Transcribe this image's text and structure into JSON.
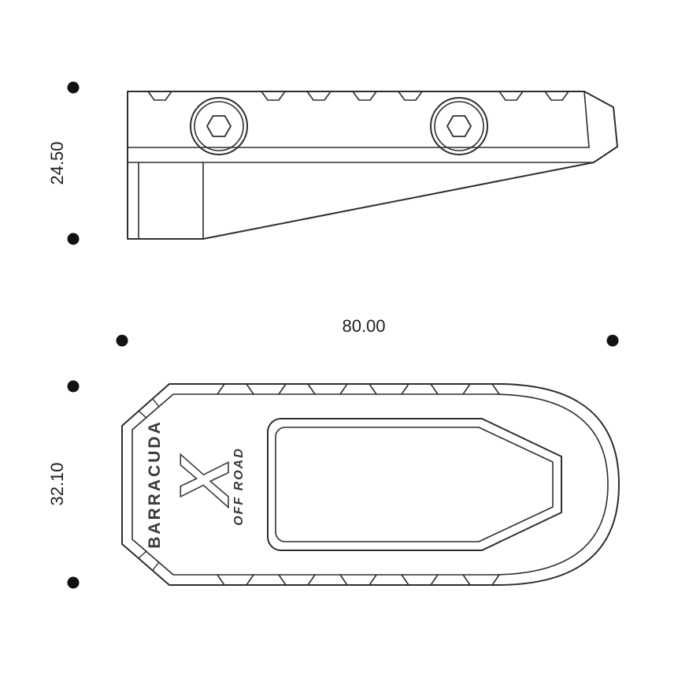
{
  "colors": {
    "line": "#2e2e2e",
    "text": "#1f1f1f",
    "logo": "#3a3a3a",
    "background": "#ffffff"
  },
  "side_view": {
    "height_dimension_label": "24.50"
  },
  "plan_view": {
    "width_dimension_label": "80.00",
    "height_dimension_label": "32.10",
    "brand_label": "BARRACUDA",
    "logo_glyph": "X",
    "model_label": "OFF ROAD"
  }
}
